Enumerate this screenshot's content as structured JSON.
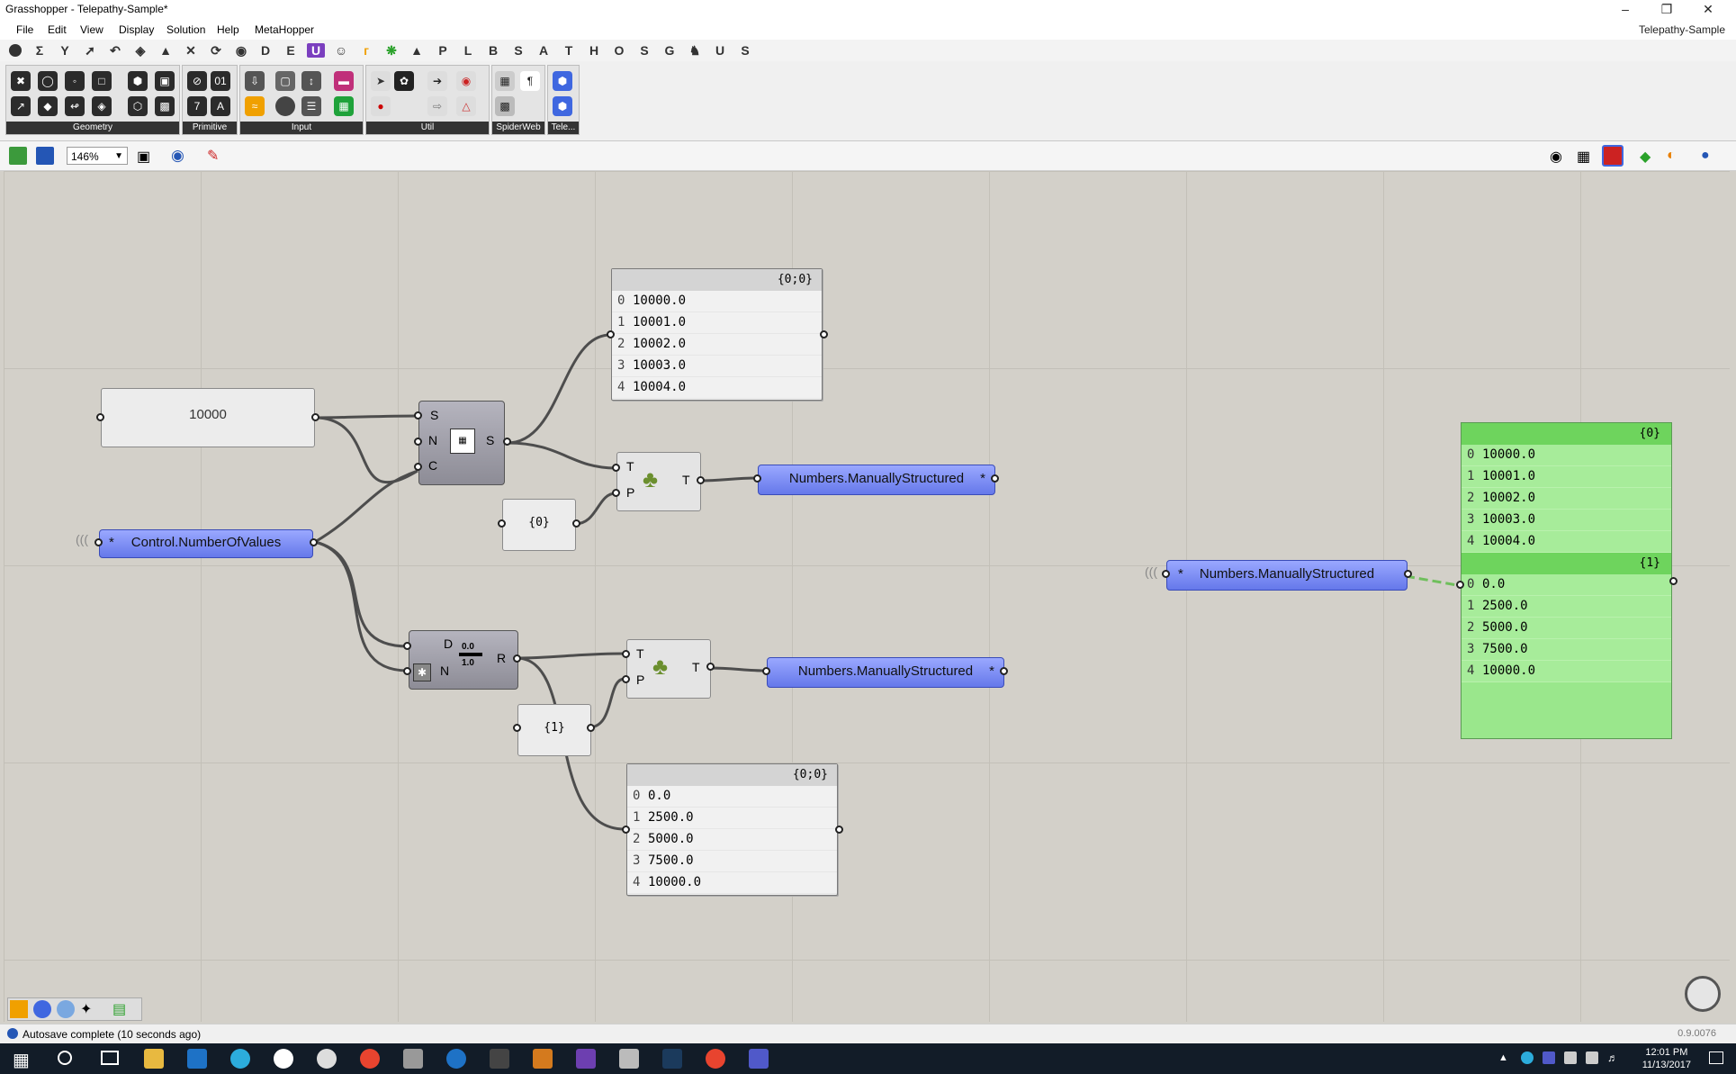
{
  "window": {
    "title": "Grasshopper - Telepathy-Sample*",
    "doc_title": "Telepathy-Sample"
  },
  "menu": [
    "File",
    "Edit",
    "View",
    "Display",
    "Solution",
    "Help",
    "MetaHopper"
  ],
  "tabs": [
    "D",
    "E",
    "P",
    "L",
    "B",
    "S",
    "A",
    "T",
    "H",
    "O",
    "S",
    "G",
    "U",
    "S"
  ],
  "ribbon": {
    "panels": [
      "Geometry",
      "Primitive",
      "Input",
      "Util",
      "SpiderWeb",
      "Tele..."
    ]
  },
  "toolbar": {
    "zoom": "146%"
  },
  "canvas": {
    "number_slider": {
      "value": "10000"
    },
    "control_param": {
      "label": "Control.NumberOfValues",
      "star": "*"
    },
    "series": {
      "inputs": [
        "S",
        "N",
        "C"
      ],
      "output": "S"
    },
    "range": {
      "inputs": [
        "D",
        "N"
      ],
      "output": "R",
      "icon_top": "0.0",
      "icon_bottom": "1.0"
    },
    "graft1": {
      "inputs": [
        "T",
        "P"
      ],
      "output": "T"
    },
    "graft2": {
      "inputs": [
        "T",
        "P"
      ],
      "output": "T"
    },
    "path0": "{0}",
    "path1": "{1}",
    "send1": {
      "label": "Numbers.ManuallyStructured",
      "star": "*"
    },
    "send2": {
      "label": "Numbers.ManuallyStructured",
      "star": "*"
    },
    "receive": {
      "label": "Numbers.ManuallyStructured",
      "star": "*"
    },
    "panel_top": {
      "header": "{0;0}",
      "rows": [
        {
          "i": "0",
          "v": "10000.0"
        },
        {
          "i": "1",
          "v": "10001.0"
        },
        {
          "i": "2",
          "v": "10002.0"
        },
        {
          "i": "3",
          "v": "10003.0"
        },
        {
          "i": "4",
          "v": "10004.0"
        }
      ]
    },
    "panel_bottom": {
      "header": "{0;0}",
      "rows": [
        {
          "i": "0",
          "v": "0.0"
        },
        {
          "i": "1",
          "v": "2500.0"
        },
        {
          "i": "2",
          "v": "5000.0"
        },
        {
          "i": "3",
          "v": "7500.0"
        },
        {
          "i": "4",
          "v": "10000.0"
        }
      ]
    },
    "panel_green": {
      "header0": "{0}",
      "rows0": [
        {
          "i": "0",
          "v": "10000.0"
        },
        {
          "i": "1",
          "v": "10001.0"
        },
        {
          "i": "2",
          "v": "10002.0"
        },
        {
          "i": "3",
          "v": "10003.0"
        },
        {
          "i": "4",
          "v": "10004.0"
        }
      ],
      "header1": "{1}",
      "rows1": [
        {
          "i": "0",
          "v": "0.0"
        },
        {
          "i": "1",
          "v": "2500.0"
        },
        {
          "i": "2",
          "v": "5000.0"
        },
        {
          "i": "3",
          "v": "7500.0"
        },
        {
          "i": "4",
          "v": "10000.0"
        }
      ]
    },
    "version": "0.9.0076"
  },
  "status": {
    "text": "Autosave complete (10 seconds ago)"
  },
  "taskbar": {
    "time": "12:01 PM",
    "date": "11/13/2017"
  }
}
